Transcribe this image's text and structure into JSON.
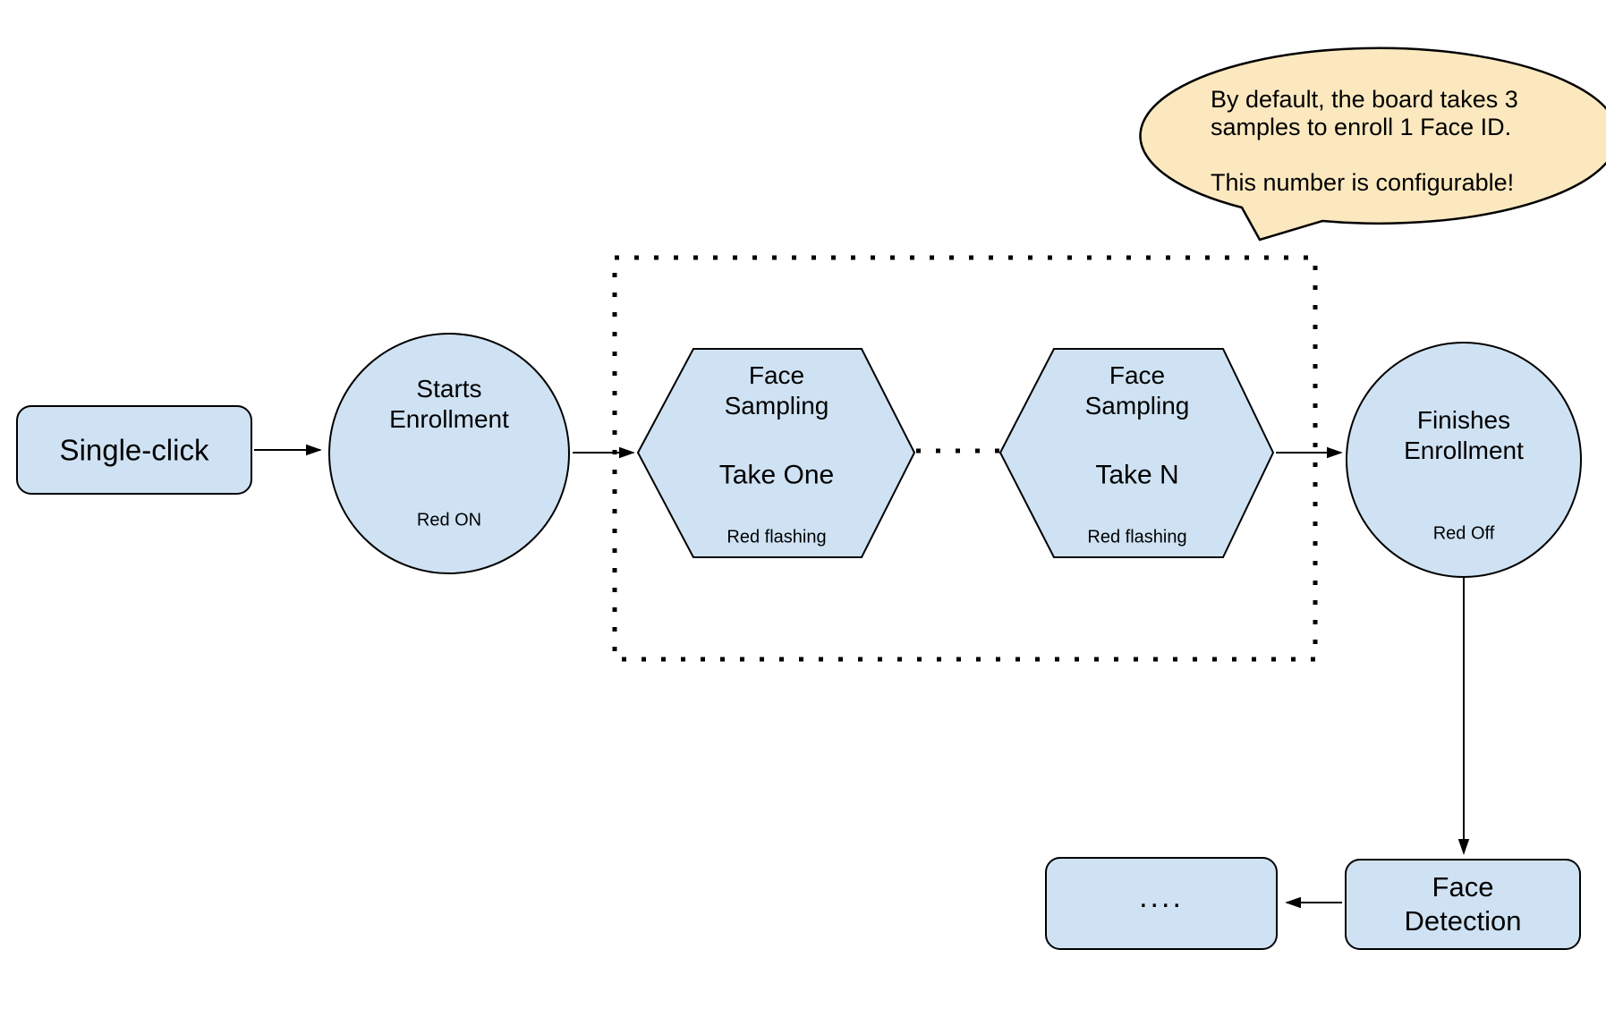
{
  "colors": {
    "node_fill": "#cfe2f3",
    "node_stroke": "#000000",
    "callout_fill": "#fbe8bf",
    "background": "#ffffff"
  },
  "nodes": {
    "single_click": {
      "label": "Single-click"
    },
    "starts_enrollment": {
      "title": "Starts\nEnrollment",
      "status": "Red ON"
    },
    "face_sampling_one": {
      "title": "Face\nSampling",
      "take": "Take One",
      "status": "Red flashing"
    },
    "face_sampling_n": {
      "title": "Face\nSampling",
      "take": "Take N",
      "status": "Red flashing"
    },
    "finishes_enrollment": {
      "title": "Finishes\nEnrollment",
      "status": "Red Off"
    },
    "face_detection": {
      "label": "Face\nDetection"
    },
    "continuation": {
      "label": "...."
    }
  },
  "callout": {
    "text": "By default, the board takes 3\nsamples to enroll 1 Face ID.\n\nThis number is configurable!"
  }
}
